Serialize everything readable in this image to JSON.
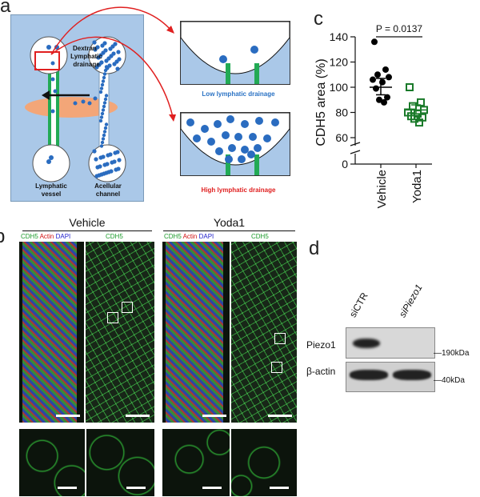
{
  "panel_letters": {
    "a": "a",
    "b": "b",
    "c": "c",
    "d": "d"
  },
  "panel_a": {
    "dextran": "Dextran",
    "lymphatic_drainage": "Lymphatic drainage",
    "lymphatic_vessel": "Lymphatic vessel",
    "acellular_channel": "Acellular channel",
    "low_drainage": "Low lymphatic drainage",
    "high_drainage": "High lymphatic drainage",
    "colors": {
      "device_bg": "#aac8e8",
      "dots": "#2a6cc0",
      "vessel": "#22aa55",
      "pool": "#f3a678",
      "arrow": "#e02020",
      "low_text": "#2a72c4",
      "high_text": "#e02020"
    }
  },
  "chart_data": {
    "type": "scatter",
    "ylabel": "CDH5 area (%)",
    "categories": [
      "Vehicle",
      "Yoda1"
    ],
    "yticks": [
      0,
      60,
      80,
      100,
      120,
      140
    ],
    "ylim": [
      0,
      140
    ],
    "axis_break": [
      0,
      60
    ],
    "p_value": "P = 0.0137",
    "series": [
      {
        "category": "Vehicle",
        "marker": "circle",
        "color": "#000000",
        "values": [
          136,
          114,
          110,
          108,
          106,
          104,
          99,
          92,
          90,
          88
        ],
        "mean": 100,
        "sem_low": 94,
        "sem_high": 107
      },
      {
        "category": "Yoda1",
        "marker": "square-open",
        "color": "#1a7a2a",
        "values": [
          100,
          88,
          85,
          82,
          80,
          79,
          77,
          76,
          75,
          72
        ],
        "mean": 82,
        "sem_low": 79,
        "sem_high": 86
      }
    ]
  },
  "panel_b": {
    "vehicle_title": "Vehicle",
    "yoda1_title": "Yoda1",
    "merged_label": {
      "cdh5": "CDH5",
      "actin": "Actin",
      "dapi": "DAPI"
    },
    "single_label": "CDH5"
  },
  "panel_d": {
    "lane1": "siCTR",
    "lane2": "siPiezo1",
    "row1": "Piezo1",
    "row2": "β-actin",
    "mw1": "190kDa",
    "mw2": "40kDa"
  }
}
